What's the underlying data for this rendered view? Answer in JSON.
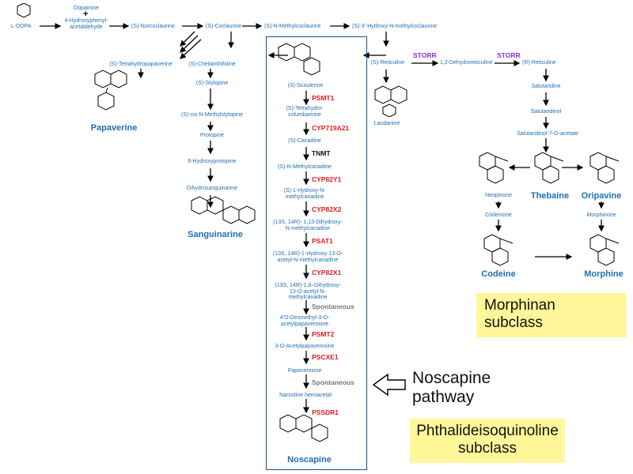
{
  "top_row": {
    "ldopa": "L-DOPA",
    "dopamine": "Dopamine",
    "plus": "+",
    "hpaa_1": "4-Hydroxyphenyl-",
    "hpaa_2": "acetaldehyde",
    "norcoclaurine": "(S)-Norcoclaurine",
    "coclaurine": "(S)-Coclaurine",
    "n_methylcoclaurine": "(S)-N-Methylcoclaurine",
    "hydroxy_methylcoclaurine": "(S)-3'-Hydroxy-N-methylcoclaurine"
  },
  "papaverine_branch": {
    "tetrahydropapaverine": "(S)-Tetrahydropapaverine",
    "papaverine": "Papaverine"
  },
  "sanguinarine_branch": {
    "cheilanthifoline": "(S)-Cheilanthifoline",
    "stylopine": "(S)-Stylopine",
    "cis_methylstylopine": "(S)-cis-N-Methylstylopine",
    "protopine": "Protopine",
    "hydroxyprotopine": "6-Hydroxyprotopine",
    "dihydrosanguinarine": "Dihydrosanguinarine",
    "sanguinarine": "Sanguinarine"
  },
  "noscapine_pathway": {
    "scoulerine": "(S)-Scoulerine",
    "psmt1": "PSMT1",
    "tetrahydrocolumbamine_1": "(S)-Tetrahydro-",
    "tetrahydrocolumbamine_2": "columbamine",
    "cyp719a21": "CYP719A21",
    "canadine": "(S)-Canadine",
    "tnmt": "TNMT",
    "n_methylcanadine": "(S)-N-Methylcanadine",
    "cyp82y1": "CYP82Y1",
    "hydroxy_methylcanadine_1": "(S)-1-Hydroxy-N-",
    "hydroxy_methylcanadine_2": "methylcanadine",
    "cyp82x2": "CYP82X2",
    "dihydroxy_1": "(13S, 14R)- 1,13-Dihydroxy-",
    "dihydroxy_2": "N-methylcanadine",
    "psat1": "PSAT1",
    "acetyl_1": "(13S, 14R)-1-Hydroxy-13-O-",
    "acetyl_2": "acetyl-N-methylcanadine",
    "cyp82x1": "CYP82X1",
    "dihydroxy_acetyl_1": "(13S, 14R)-1,8–Dihydroxy-",
    "dihydroxy_acetyl_2": "13-O-acetyl-N-",
    "dihydroxy_acetyl_3": "methylcanadine",
    "spontaneous_1": "Spontaneous",
    "desmethyl_1": "4’O-Desmethyl-3-O-",
    "desmethyl_2": "acetylpapaveroxine",
    "psmt2": "PSMT2",
    "acetylpapaveroxine": "3-O-Acetylpapaveroxine",
    "pscxe1": "PSCXE1",
    "papaveroxine": "Papaveroxine",
    "spontaneous_2": "Spontaneous",
    "narcotine_hemiacetal": "Narcotine hemiacetal",
    "pssdr1": "PSSDR1",
    "noscapine": "Noscapine"
  },
  "morphinan_branch": {
    "reticuline_s": "(S)-Reticuline",
    "laudanine": "Laudanine",
    "storr_1": "STORR",
    "dehydroreticuline": "1,2-Dehydroreticuline",
    "storr_2": "STORR",
    "reticuline_r": "(R)-Reticuline",
    "salutaridine": "Salutaridine",
    "salutaridinol": "Salutaridinol",
    "salutaridinol_acetate": "Salutaridinol-7-O-acetate",
    "neopinone": "Neopinone",
    "thebaine": "Thebaine",
    "oripavine": "Oripavine",
    "codeinone": "Codeinone",
    "morphinone": "Morphinone",
    "codeine": "Codeine",
    "morphine": "Morphine"
  },
  "callouts": {
    "morphinan_1": "Morphinan",
    "morphinan_2": "subclass",
    "noscapine_pathway_1": "Noscapine",
    "noscapine_pathway_2": "pathway",
    "phthalide_1": "Phthalideisoquinoline",
    "phthalide_2": "subclass"
  },
  "colors": {
    "compound": "#1f6fb5",
    "enzyme": "#e01b24",
    "storr": "#8a2be2",
    "spontaneous": "#777777",
    "highlight": "#fff79a",
    "box_border": "#1f4e8c"
  },
  "icons": [
    "arrow-right-icon",
    "arrow-down-icon",
    "hollow-arrow-left-icon",
    "molecule-structure-icon"
  ]
}
